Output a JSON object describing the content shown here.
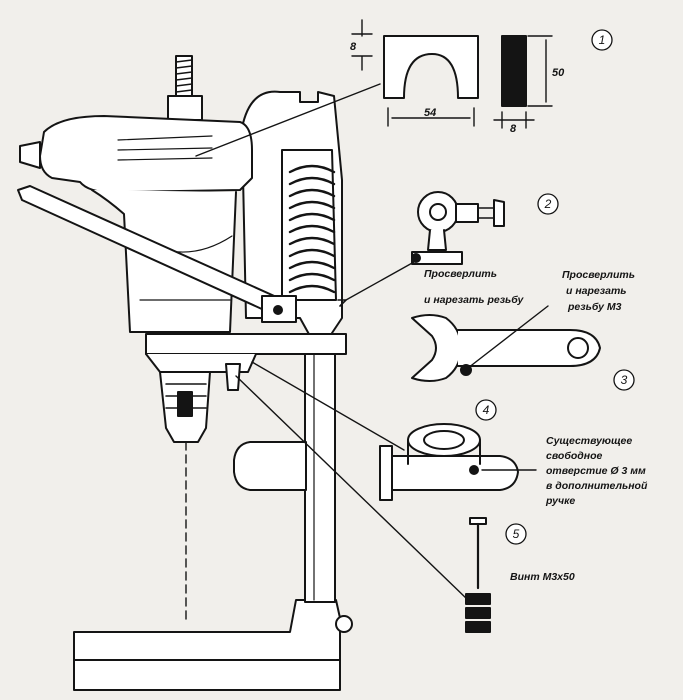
{
  "labels": {
    "drill_tap_left": [
      "Просверлить",
      "и нарезать резьбу"
    ],
    "drill_tap_m3": [
      "Просверлить",
      "и нарезать",
      "резьбу М3"
    ],
    "existing_hole": [
      "Существующее",
      "свободное",
      "отверстие Ø 3 мм",
      "в дополнительной",
      "ручке"
    ],
    "screw": "Винт М3х50"
  },
  "dimensions": {
    "thickness_top": "8",
    "width": "54",
    "height": "50",
    "thickness_side": "8"
  },
  "callouts": [
    "1",
    "2",
    "3",
    "4",
    "5"
  ]
}
